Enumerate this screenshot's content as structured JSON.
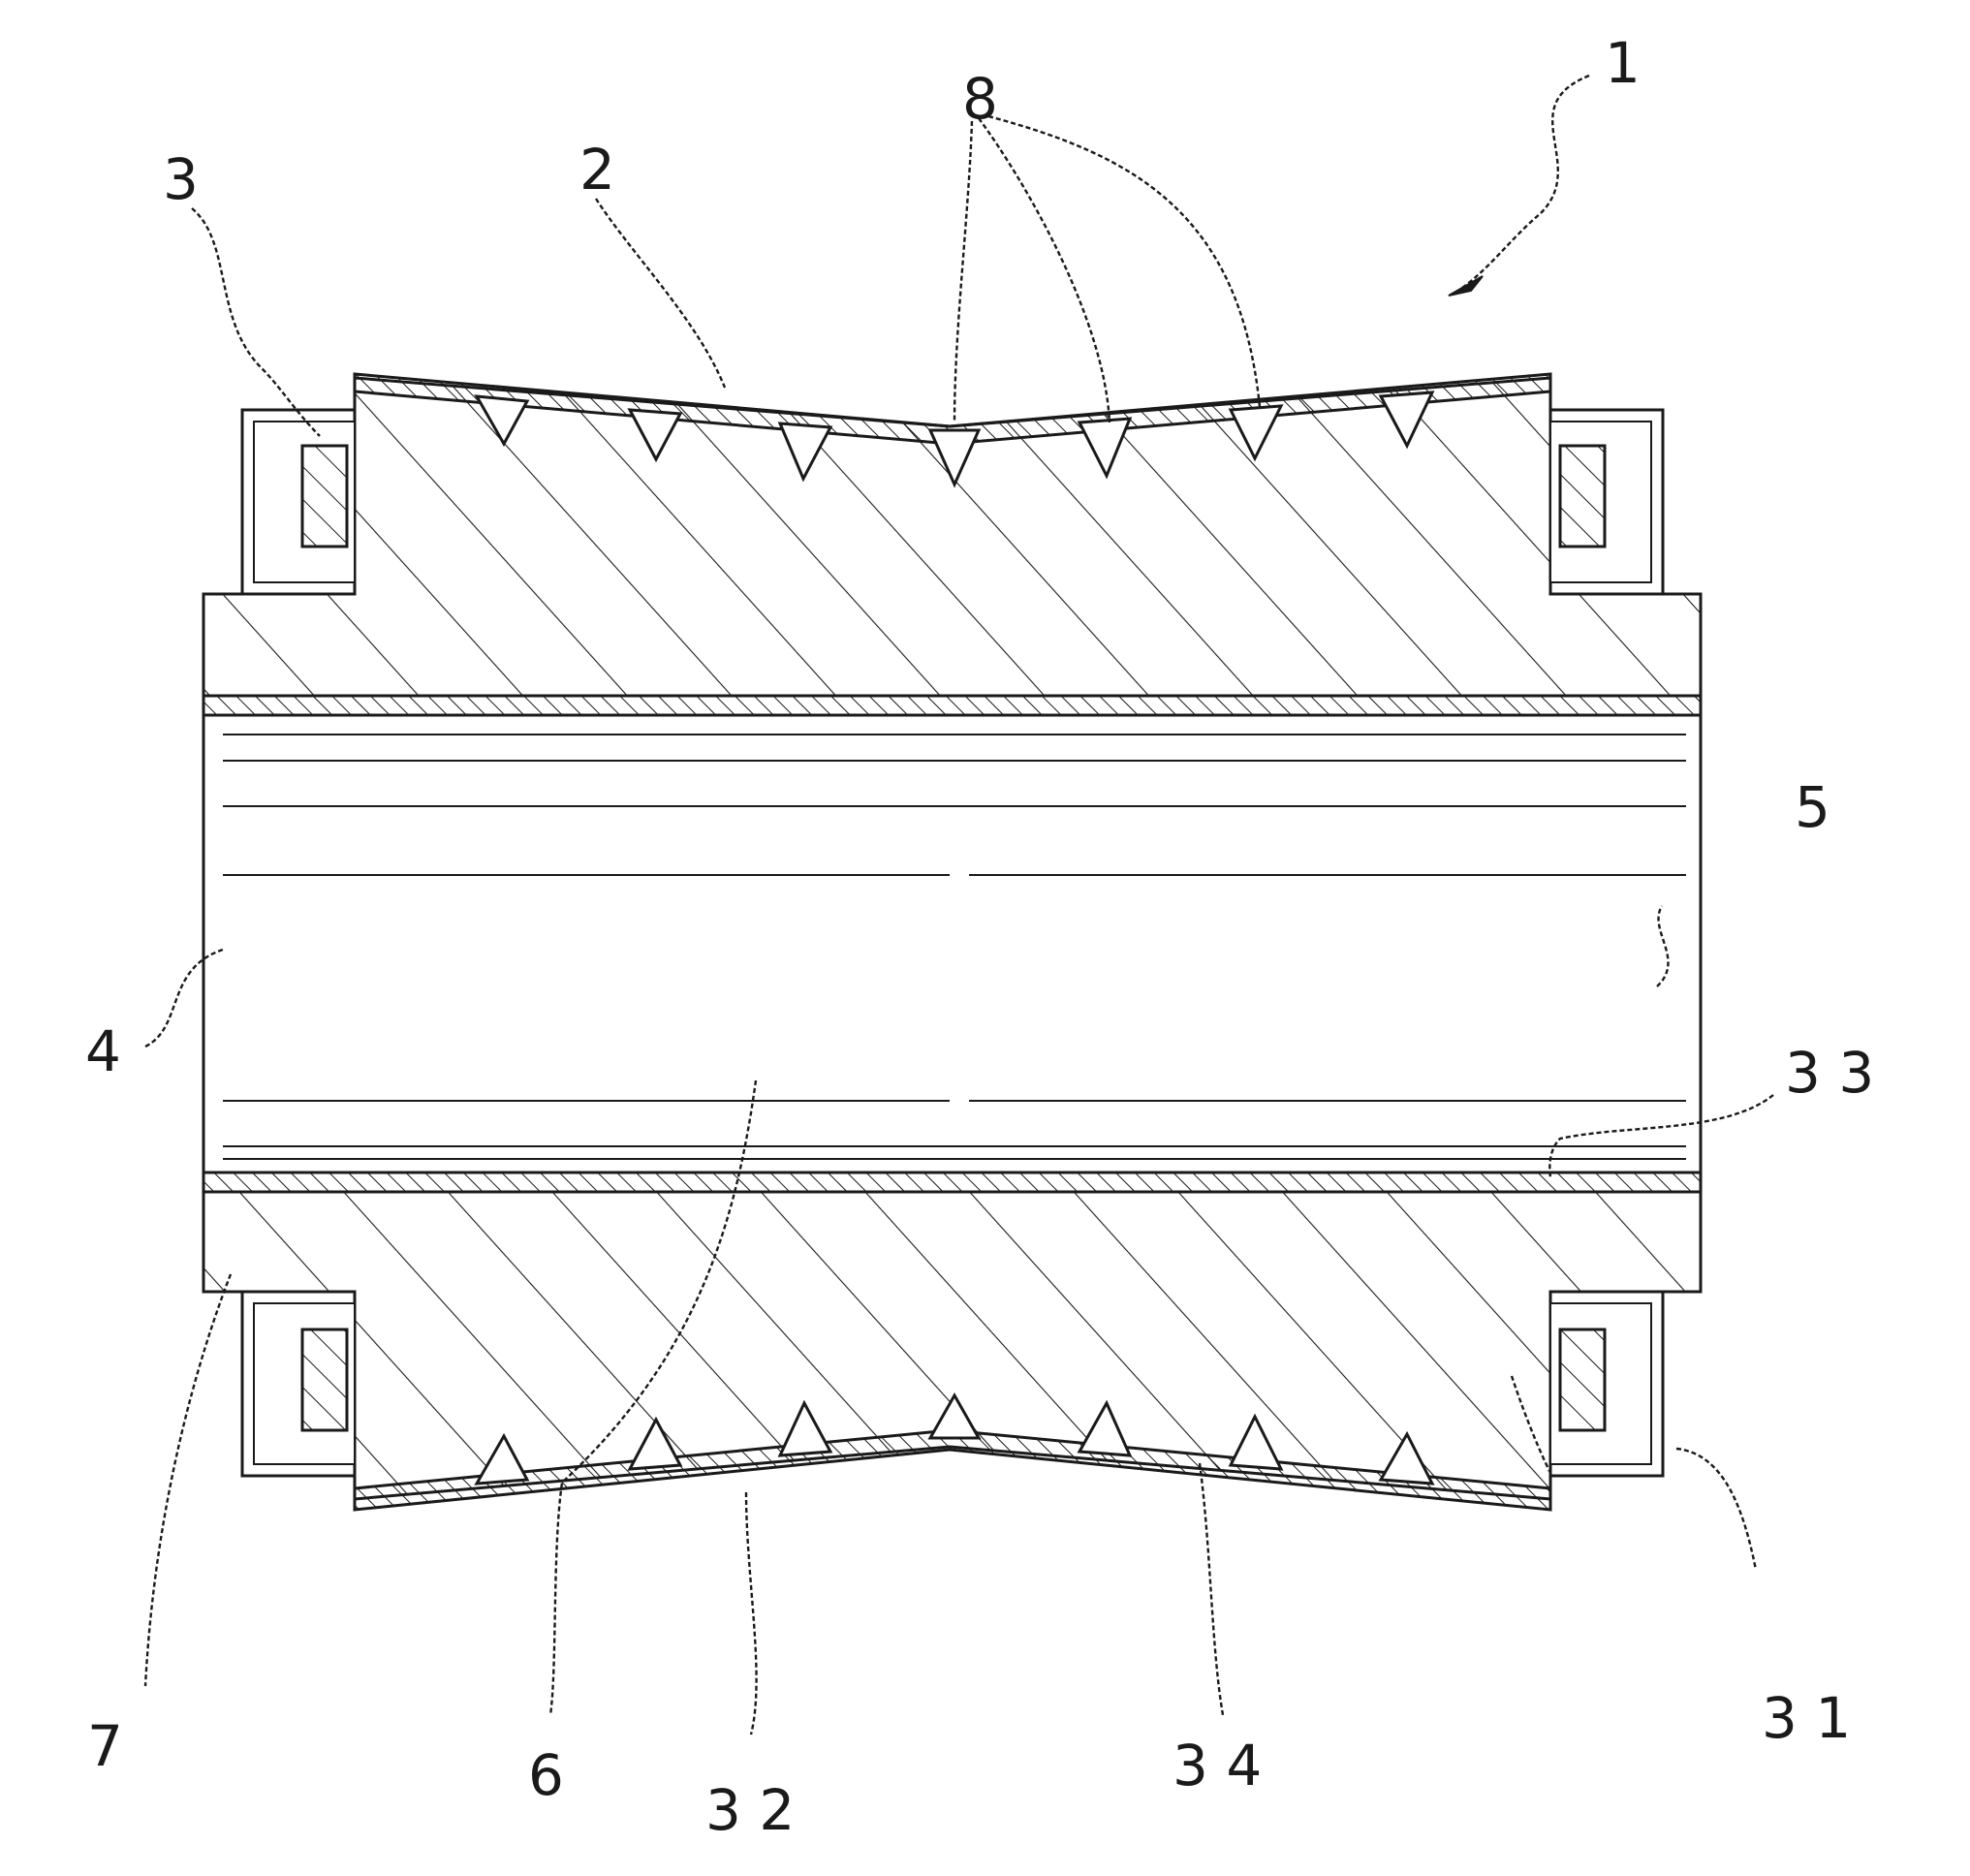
{
  "figure": {
    "labels": {
      "l1": "1",
      "l2": "2",
      "l3": "3",
      "l4": "4",
      "l5": "5",
      "l6": "6",
      "l7": "7",
      "l8": "8",
      "l31": "3 1",
      "l32": "3 2",
      "l33": "3 3",
      "l34": "3 4"
    },
    "colors": {
      "ink": "#1a1a1a",
      "background": "#ffffff"
    }
  }
}
